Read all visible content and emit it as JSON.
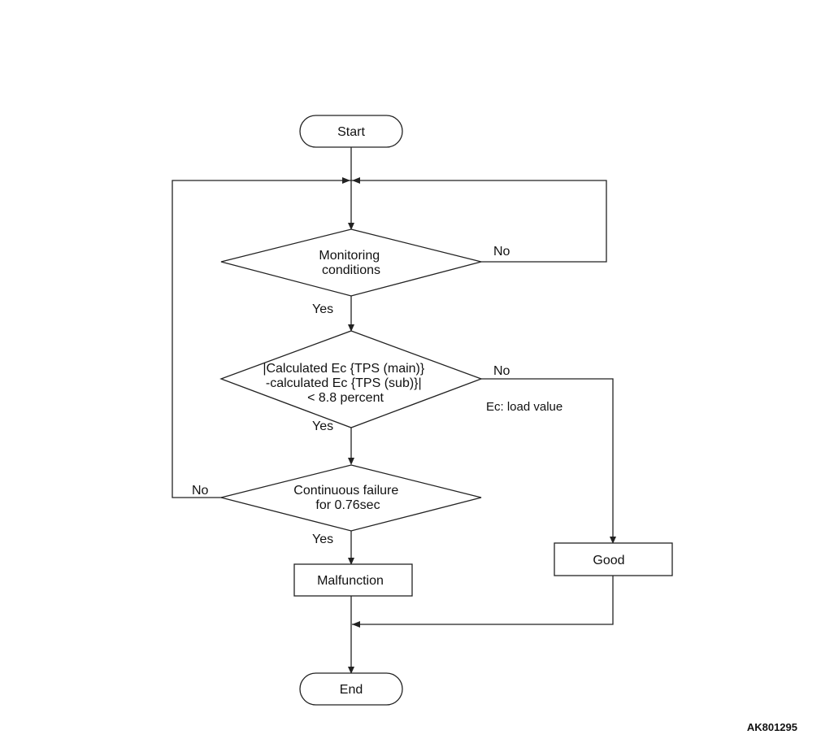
{
  "flowchart": {
    "start": "Start",
    "end": "End",
    "decision1": {
      "lines": [
        "Monitoring",
        "conditions"
      ],
      "yes": "Yes",
      "no": "No"
    },
    "decision2": {
      "lines": [
        "|Calculated Ec {TPS (main)}",
        "-calculated Ec {TPS (sub)}|",
        "< 8.8 percent"
      ],
      "yes": "Yes",
      "no": "No",
      "note": "Ec: load value"
    },
    "decision3": {
      "lines": [
        "Continuous failure",
        "for 0.76sec"
      ],
      "yes": "Yes",
      "no": "No"
    },
    "malfunction": "Malfunction",
    "good": "Good"
  },
  "figure_id": "AK801295",
  "colors": {
    "line": "#222222",
    "text": "#111111",
    "background": "#ffffff"
  }
}
